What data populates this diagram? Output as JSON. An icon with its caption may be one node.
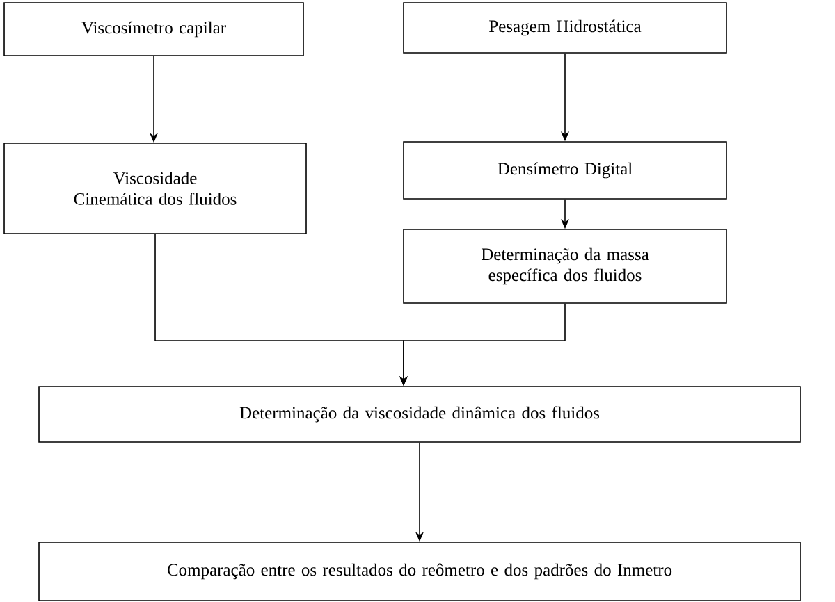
{
  "diagram": {
    "nodes": [
      {
        "text": [
          "Viscosímetro capilar"
        ]
      },
      {
        "text": [
          "Pesagem Hidrostática"
        ]
      },
      {
        "text": [
          "Viscosidade Cinemática dos fluidos"
        ]
      },
      {
        "text": [
          "Densímetro Digital"
        ]
      },
      {
        "text": [
          "Determinação da massa específica dos fluidos"
        ]
      },
      {
        "text": [
          "Determinação da viscosidade dinâmica dos fluidos"
        ]
      },
      {
        "text": [
          "Comparação entre os resultados do reômetro e dos padrões do Inmetro"
        ]
      }
    ],
    "edges": [
      {
        "from": 0,
        "to": 2,
        "arrow": "to"
      },
      {
        "from": 1,
        "to": 3,
        "arrow": "to"
      },
      {
        "from": 3,
        "to": 4,
        "arrow": "to"
      },
      {
        "from": 2,
        "to": 5,
        "arrow": "to"
      },
      {
        "from": 4,
        "to": 5,
        "arrow": "to"
      },
      {
        "from": 5,
        "to": 6,
        "arrow": "to"
      }
    ]
  }
}
